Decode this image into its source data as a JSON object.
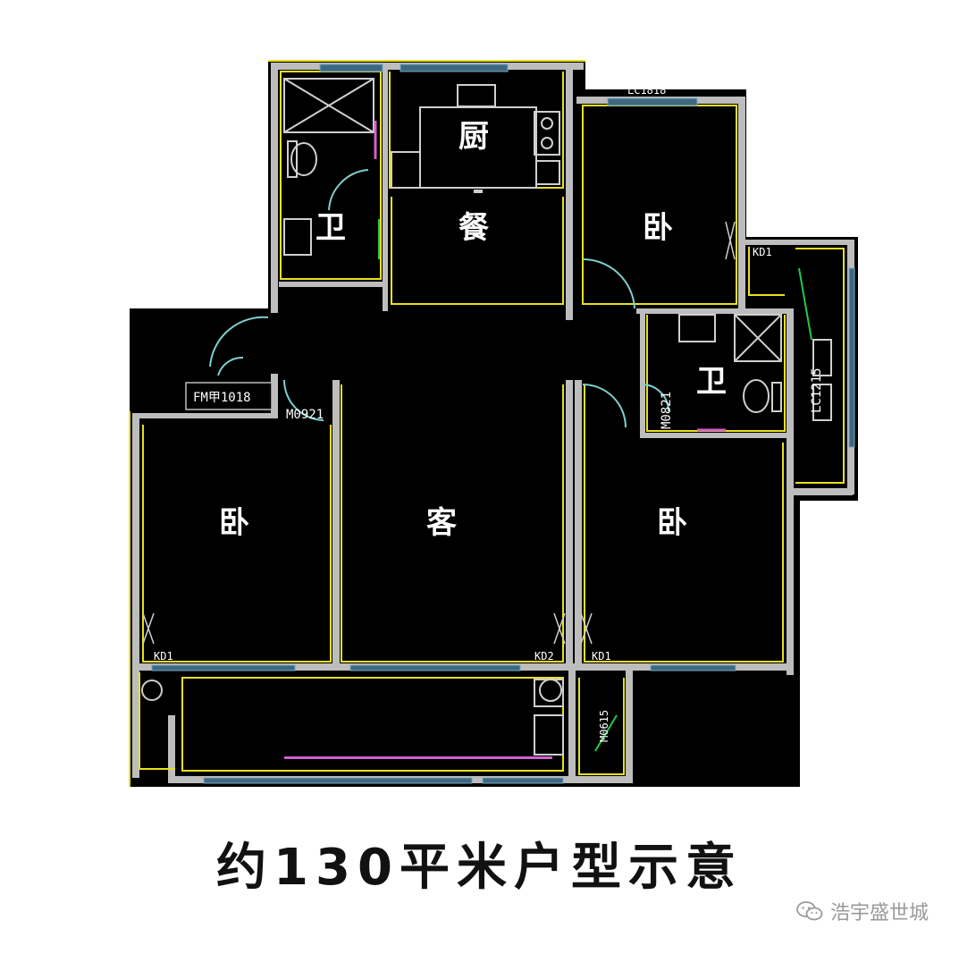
{
  "plan": {
    "rooms": {
      "kitchen": "厨",
      "dining": "餐",
      "bath_top_left": "卫",
      "bed_top_right": "卧",
      "bath_right": "卫",
      "bed_left": "卧",
      "living": "客",
      "bed_bottom_right": "卧"
    },
    "tags": {
      "entry_door": "FM甲1018",
      "door_left": "M0921",
      "door_bath_right": "M0821",
      "window_right": "LC1215",
      "kd_left": "KD1",
      "kd_center": "KD2",
      "kd_right": "KD1",
      "kd_top_right": "KD1",
      "door_balcony": "M0615",
      "top_window": "LC1818"
    },
    "colors": {
      "floor": "#000000",
      "wall": "#c8c8c8",
      "outline": "#e8e020",
      "window": "#4f7f9f",
      "door": "#7fd0d0",
      "fixture": "#c8c8c8",
      "green": "#22cc44",
      "magenta": "#d060d0"
    }
  },
  "caption": "约130平米户型示意",
  "watermark": {
    "icon": "wechat-icon",
    "text": "浩宇盛世城"
  }
}
